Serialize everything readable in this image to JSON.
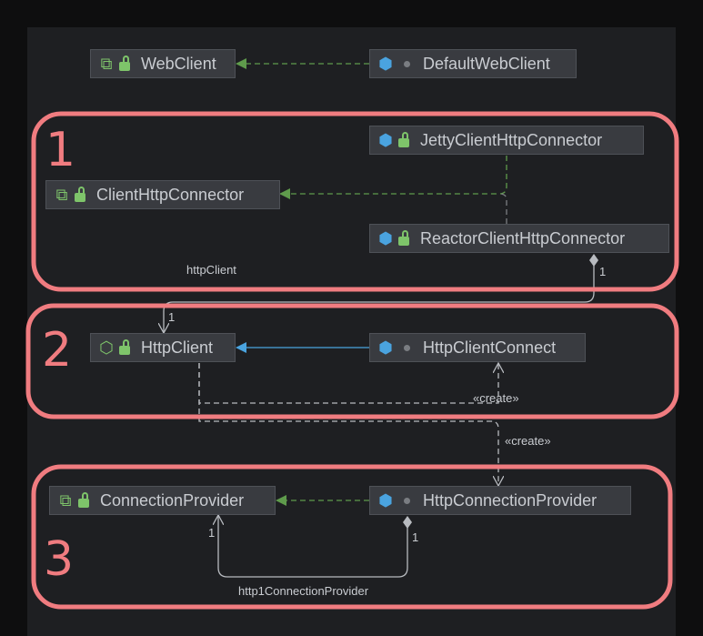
{
  "nodes": {
    "web_client": "WebClient",
    "default_web_client": "DefaultWebClient",
    "jetty": "JettyClientHttpConnector",
    "client_http_connector": "ClientHttpConnector",
    "reactor": "ReactorClientHttpConnector",
    "http_client": "HttpClient",
    "http_client_connect": "HttpClientConnect",
    "connection_provider": "ConnectionProvider",
    "http_connection_provider": "HttpConnectionProvider"
  },
  "labels": {
    "http_client_field": "httpClient",
    "mult_1a": "1",
    "mult_1b": "1",
    "create_1": "«create»",
    "create_2": "«create»",
    "mult_3a": "1",
    "mult_3b": "1",
    "http1": "http1ConnectionProvider"
  },
  "annotations": {
    "group1": "1",
    "group2": "2",
    "group3": "3"
  },
  "colors": {
    "annotation": "#f07c80",
    "implements": "#5f9b4c",
    "extends": "#4aa3df"
  }
}
